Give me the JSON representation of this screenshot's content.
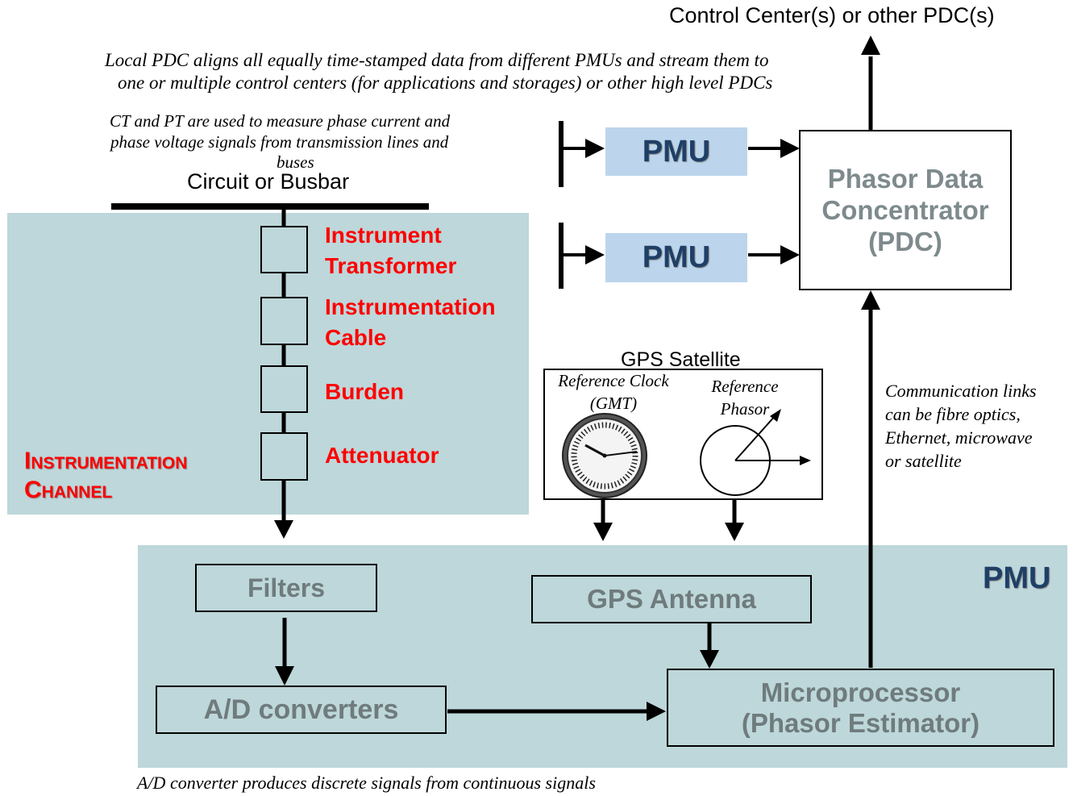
{
  "top_label": "Control Center(s) or other PDC(s)",
  "pdc_note_line1": "Local PDC aligns all equally time-stamped data from different PMUs and stream them to",
  "pdc_note_line2": "one or multiple control centers (for applications and storages) or other high level PDCs",
  "ct_pt_note_line1": "CT and PT are used to measure phase current and",
  "ct_pt_note_line2": "phase voltage signals from transmission lines and",
  "ct_pt_note_line3": "buses",
  "circuit_label": "Circuit or Busbar",
  "instrumentation": {
    "stages": [
      {
        "line1": "Instrument",
        "line2": "Transformer"
      },
      {
        "line1": "Instrumentation",
        "line2": "Cable"
      },
      {
        "line1": "Burden",
        "line2": ""
      },
      {
        "line1": "Attenuator",
        "line2": ""
      }
    ],
    "channel_title_line1": "Instrumentation",
    "channel_title_line2": "Channel"
  },
  "pmu_units": [
    "PMU",
    "PMU"
  ],
  "pdc": {
    "line1": "Phasor Data",
    "line2": "Concentrator",
    "line3": "(PDC)"
  },
  "gps": {
    "title": "GPS Satellite",
    "clock_line1": "Reference Clock",
    "clock_line2": "(GMT)",
    "phasor_line1": "Reference",
    "phasor_line2": "Phasor"
  },
  "comm_note": [
    "Communication links",
    "can be fibre optics,",
    "Ethernet, microwave",
    "or satellite"
  ],
  "pmu_block": {
    "title": "PMU",
    "filters": "Filters",
    "ad": "A/D converters",
    "gps_antenna": "GPS Antenna",
    "micro_line1": "Microprocessor",
    "micro_line2": "(Phasor Estimator)"
  },
  "ad_note": "A/D converter produces discrete signals from continuous signals",
  "colors": {
    "panel": "#bdd7da",
    "pmu_box": "#bcd5ec",
    "pmu_text": "#1f3f66",
    "red": "#ff0000",
    "gray_text": "#6f7b7d"
  }
}
